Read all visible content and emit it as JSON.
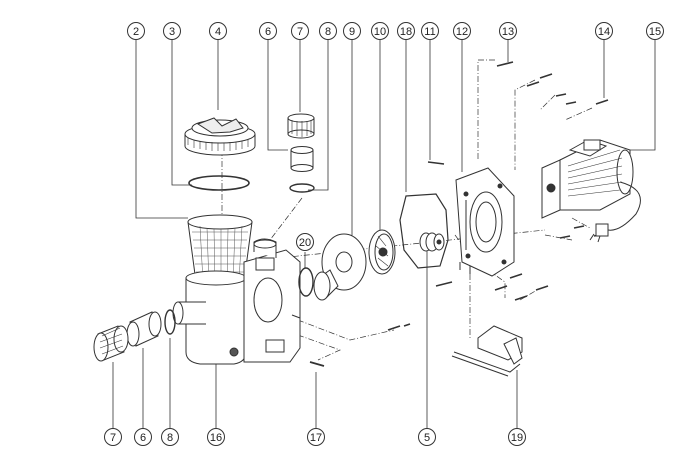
{
  "callouts_top": [
    "2",
    "3",
    "4",
    "6",
    "7",
    "8",
    "9",
    "10",
    "18",
    "11",
    "12",
    "13",
    "14",
    "15"
  ],
  "callouts_bottom": [
    "7",
    "6",
    "8",
    "16",
    "17",
    "5",
    "19"
  ],
  "callout_mid": [
    "20"
  ],
  "colors": {
    "line": "#333333",
    "fill": "#ffffff",
    "shade": "#555555",
    "dark": "#222222"
  }
}
